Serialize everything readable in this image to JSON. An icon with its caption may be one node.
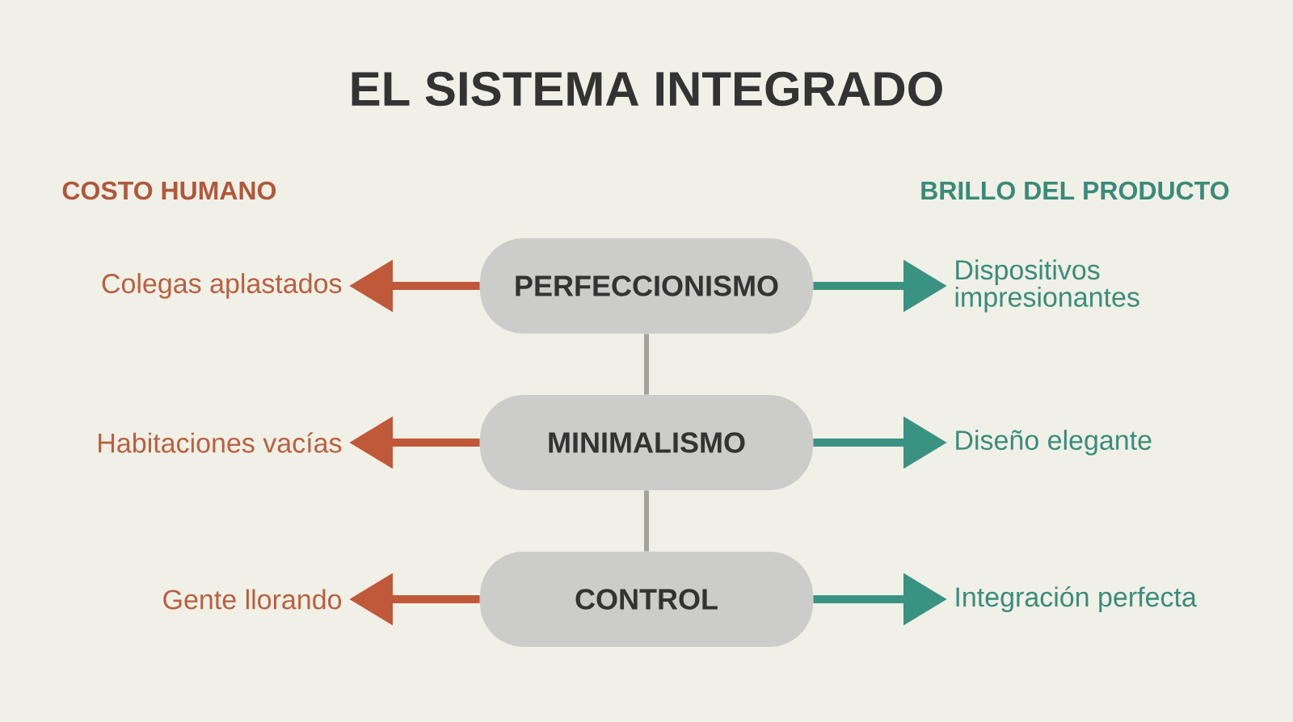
{
  "diagram": {
    "title": "EL SISTEMA INTEGRADO",
    "nodes": [
      {
        "text": [
          "Colegas aplastados"
        ]
      },
      {
        "text": [
          "PERFECCIONISMO"
        ]
      },
      {
        "text": [
          "Dispositivos impresionantes"
        ]
      },
      {
        "text": [
          "Habitaciones vacías"
        ]
      },
      {
        "text": [
          "MINIMALISMO"
        ]
      },
      {
        "text": [
          "Diseño elegante"
        ]
      },
      {
        "text": [
          "Gente llorando"
        ]
      },
      {
        "text": [
          "CONTROL"
        ]
      },
      {
        "text": [
          "Integración perfecta"
        ]
      }
    ],
    "edges": [
      {
        "from": 1,
        "to": 0,
        "arrow": "to",
        "color": "#c0583a"
      },
      {
        "from": 1,
        "to": 2,
        "arrow": "to",
        "color": "#3a9282"
      },
      {
        "from": 1,
        "to": 4,
        "arrow": "none",
        "color": "#a3a39e"
      },
      {
        "from": 4,
        "to": 3,
        "arrow": "to",
        "color": "#c0583a"
      },
      {
        "from": 4,
        "to": 5,
        "arrow": "to",
        "color": "#3a9282"
      },
      {
        "from": 4,
        "to": 7,
        "arrow": "none",
        "color": "#a3a39e"
      },
      {
        "from": 7,
        "to": 6,
        "arrow": "to",
        "color": "#c0583a"
      },
      {
        "from": 7,
        "to": 8,
        "arrow": "to",
        "color": "#3a9282"
      }
    ],
    "labels": [
      "COSTO HUMANO",
      "BRILLO DEL PRODUCTO"
    ]
  }
}
